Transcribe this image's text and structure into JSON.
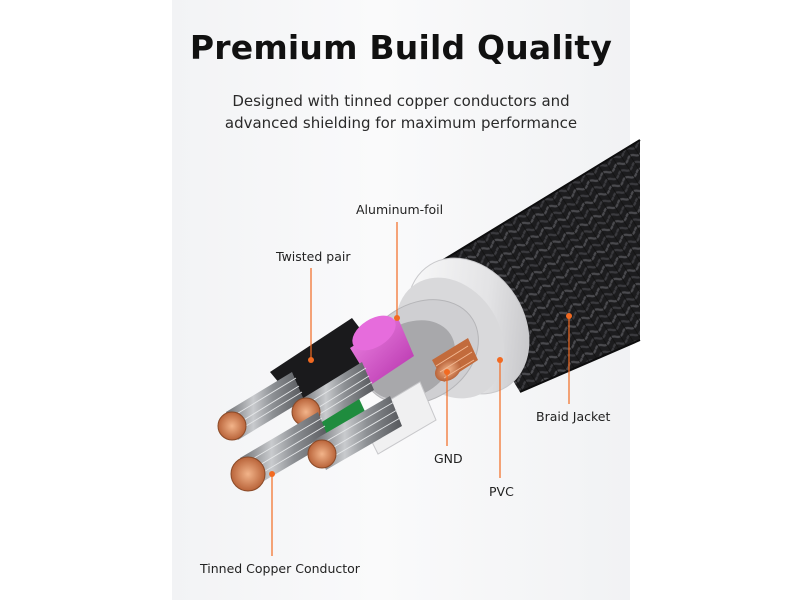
{
  "header": {
    "title": "Premium Build Quality",
    "subtitle_line1": "Designed with tinned copper conductors and",
    "subtitle_line2": "advanced shielding for maximum performance"
  },
  "labels": {
    "aluminum_foil": "Aluminum-foil",
    "twisted_pair": "Twisted pair",
    "braid_jacket": "Braid Jacket",
    "gnd": "GND",
    "pvc": "PVC",
    "tinned_copper_conductor": "Tinned Copper Conductor"
  },
  "colors": {
    "leader_line": "#f26a21",
    "leader_dot": "#f26a21",
    "braid_dark": "#1c1c1e",
    "pvc_white": "#e9e9ea",
    "foil_magenta": "#d94bd0",
    "green_wire": "#1a8a3a",
    "copper": "#d98a5a"
  }
}
